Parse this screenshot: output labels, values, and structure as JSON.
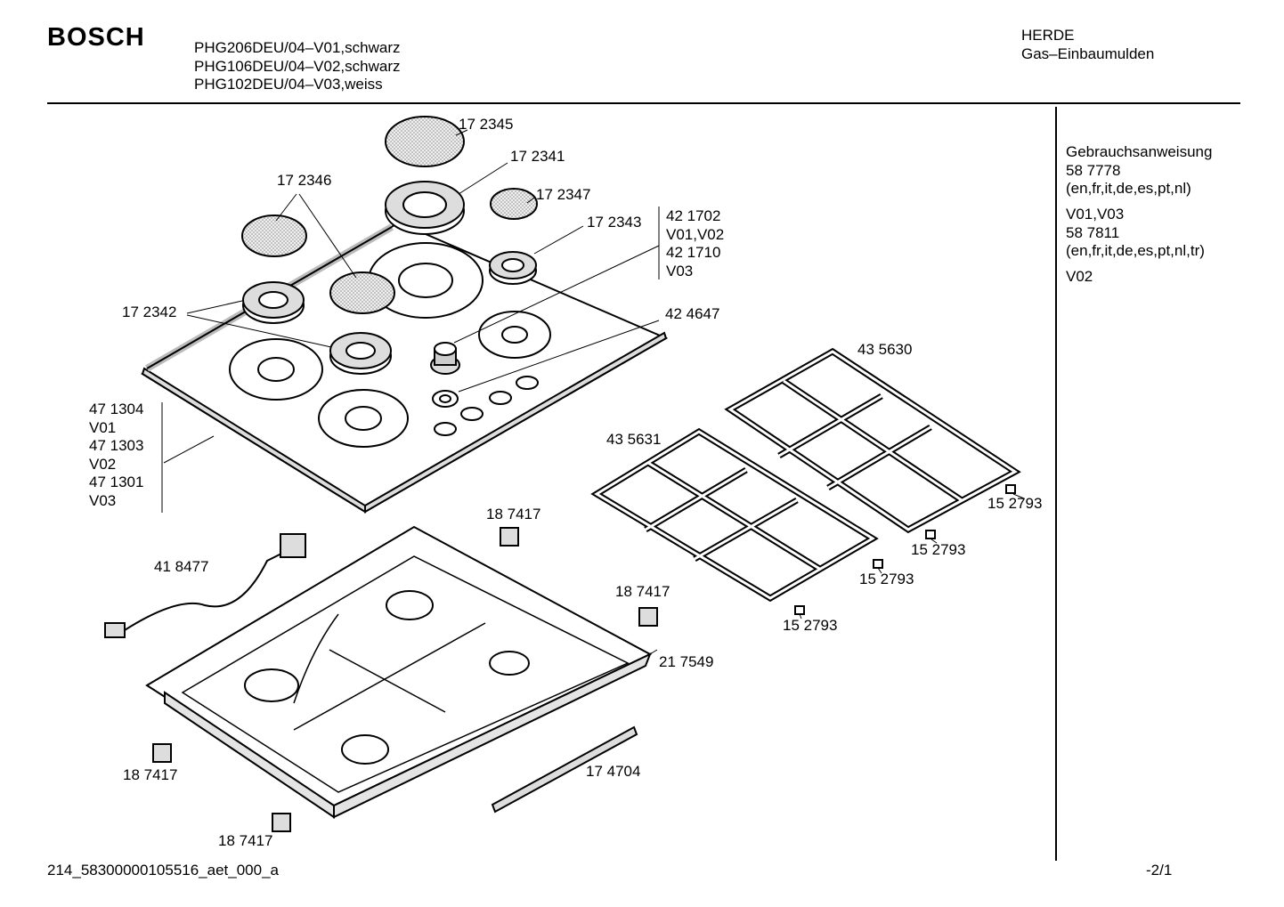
{
  "header": {
    "brand": "BOSCH",
    "models": [
      "PHG206DEU/04–V01,schwarz",
      "PHG106DEU/04–V02,schwarz",
      "PHG102DEU/04–V03,weiss"
    ],
    "category": [
      "HERDE",
      "Gas–Einbaumulden"
    ]
  },
  "sidebar": {
    "title": "Gebrauchsanweisung",
    "manual_1": [
      "58 7778",
      "(en,fr,it,de,es,pt,nl)"
    ],
    "variant_1": "V01,V03",
    "manual_2": [
      "58 7811",
      "(en,fr,it,de,es,pt,nl,tr)"
    ],
    "variant_2": "V02"
  },
  "parts": {
    "p172345": "17 2345",
    "p172341": "17 2341",
    "p172346": "17 2346",
    "p172347": "17 2347",
    "p172343": "17 2343",
    "knob_codes": [
      "42 1702",
      "V01,V02",
      "42 1710",
      "V03"
    ],
    "p172342": "17 2342",
    "p424647": "42 4647",
    "cooktop_codes": [
      "47 1304",
      "V01",
      "47 1303",
      "V02",
      "47 1301",
      "V03"
    ],
    "p435630": "43 5630",
    "p435631": "43 5631",
    "p187417_a": "18 7417",
    "p187417_b": "18 7417",
    "p187417_c": "18 7417",
    "p187417_d": "18 7417",
    "p418477": "41 8477",
    "p217549": "21 7549",
    "p174704": "17 4704",
    "p152793_a": "15 2793",
    "p152793_b": "15 2793",
    "p152793_c": "15 2793",
    "p152793_d": "15 2793"
  },
  "footer": {
    "doc_id": "214_58300000105516_aet_000_a",
    "page": "-2/1"
  }
}
